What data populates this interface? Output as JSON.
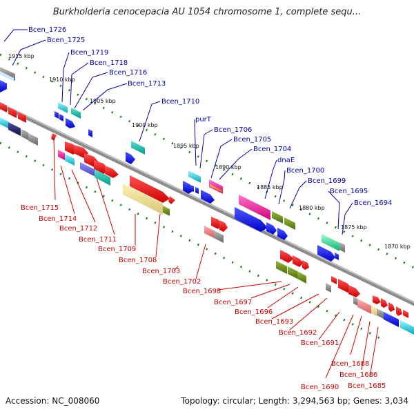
{
  "header": {
    "title": "Burkholderia cenocepacia AU 1054 chromosome 1, complete sequ..."
  },
  "footer": {
    "accession": "Accession: NC_008060",
    "topology": "Topology: circular; Length: 3,294,563 bp; Genes: 3,034"
  },
  "scale_labels": [
    "1915 kbp",
    "1910 kbp",
    "1905 kbp",
    "1900 kbp",
    "1895 kbp",
    "1890 kbp",
    "1885 kbp",
    "1880 kbp",
    "1875 kbp",
    "1870 kbp"
  ],
  "upper_gene_labels": [
    "Bcen_1726",
    "Bcen_1725",
    "Bcen_1719",
    "Bcen_1718",
    "Bcen_1716",
    "Bcen_1713",
    "Bcen_1710",
    "purT",
    "Bcen_1706",
    "Bcen_1705",
    "Bcen_1704",
    "dnaE",
    "Bcen_1700",
    "Bcen_1699",
    "Bcen_1695",
    "Bcen_1694"
  ],
  "lower_gene_labels": [
    "Bcen_1715",
    "Bcen_1714",
    "Bcen_1712",
    "Bcen_1711",
    "Bcen_1709",
    "Bcen_1708",
    "Bcen_1703",
    "Bcen_1702",
    "Bcen_1698",
    "Bcen_1697",
    "Bcen_1696",
    "Bcen_1693",
    "Bcen_1692",
    "Bcen_1691",
    "Bcen_1688",
    "Bcen_1686",
    "Bcen_1685",
    "Bcen_1690"
  ],
  "colors": {
    "upper_label": "#0000aa",
    "lower_label": "#cc0000",
    "backbone": "#8c8c8c",
    "tick": "#1a7a1a"
  }
}
